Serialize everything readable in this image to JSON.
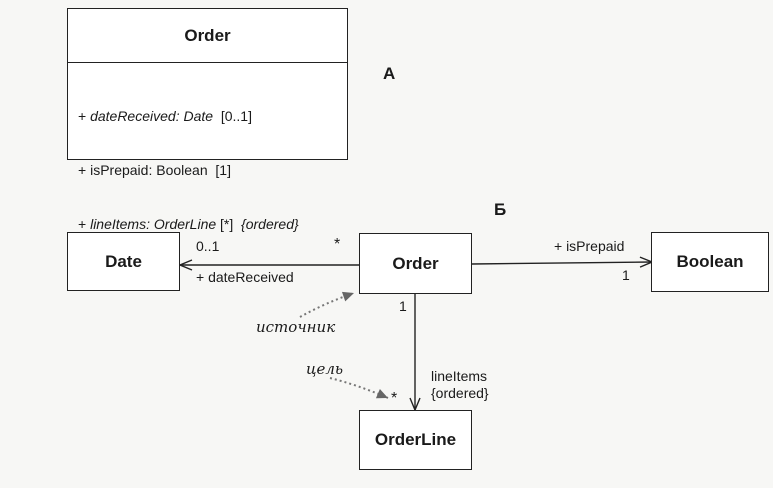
{
  "markers": {
    "a": "А",
    "b": "Б"
  },
  "diagram_a": {
    "class_name": "Order",
    "attributes": [
      {
        "vis": "+ ",
        "name": "dateReceived:",
        "type": " Date",
        "mult": "  [0..1]",
        "extra": ""
      },
      {
        "vis": "+ ",
        "name": "isPrepaid:",
        "type": " Boolean",
        "mult": "  [1]",
        "extra": ""
      },
      {
        "vis": "+ ",
        "name": "lineItems:",
        "type": " OrderLine",
        "mult": " [*]",
        "extra": "  {ordered}"
      }
    ]
  },
  "diagram_b": {
    "classes": {
      "date": "Date",
      "order": "Order",
      "boolean": "Boolean",
      "orderline": "OrderLine"
    },
    "labels": {
      "date_mult": "0..1",
      "order_star": "*",
      "date_role": "+ dateReceived",
      "prepaid_role": "+ isPrepaid",
      "boolean_mult": "1",
      "lineitems_source_mult": "1",
      "lineitems_role": "lineItems",
      "lineitems_constraint": "{ordered}",
      "orderline_mult": "*"
    },
    "annotations": {
      "source": "источник",
      "target": "цель"
    }
  }
}
